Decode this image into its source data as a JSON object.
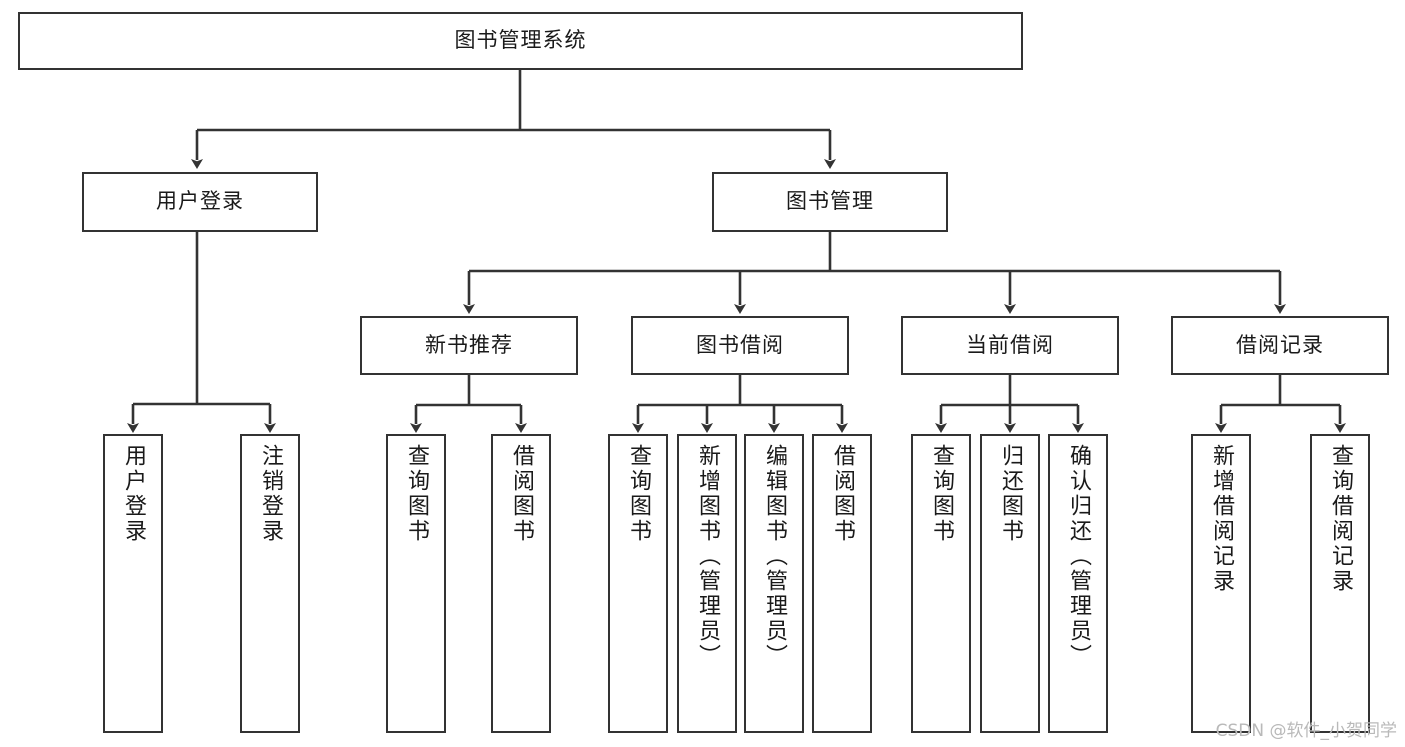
{
  "diagram": {
    "title": "图书管理系统",
    "watermark": "CSDN @软件_小贺同学",
    "line_color": "#333333",
    "box_fill": "#ffffff",
    "text_color": "#1a1a1a",
    "nodes": {
      "root": "图书管理系统",
      "user_login": "用户登录",
      "book_manage": "图书管理",
      "new_book_recommend": "新书推荐",
      "book_borrow": "图书借阅",
      "current_borrow": "当前借阅",
      "borrow_record": "借阅记录",
      "leaf_user_login": "用户登录",
      "leaf_logout_login": "注销登录",
      "leaf_query_book_1": "查询图书",
      "leaf_borrow_book_1": "借阅图书",
      "leaf_query_book_2": "查询图书",
      "leaf_add_book_admin": "新增图书（管理员）",
      "leaf_edit_book_admin": "编辑图书（管理员）",
      "leaf_borrow_book_2": "借阅图书",
      "leaf_query_book_3": "查询图书",
      "leaf_return_book": "归还图书",
      "leaf_confirm_return_admin": "确认归还（管理员）",
      "leaf_add_borrow_record": "新增借阅记录",
      "leaf_query_borrow_record": "查询借阅记录"
    }
  }
}
